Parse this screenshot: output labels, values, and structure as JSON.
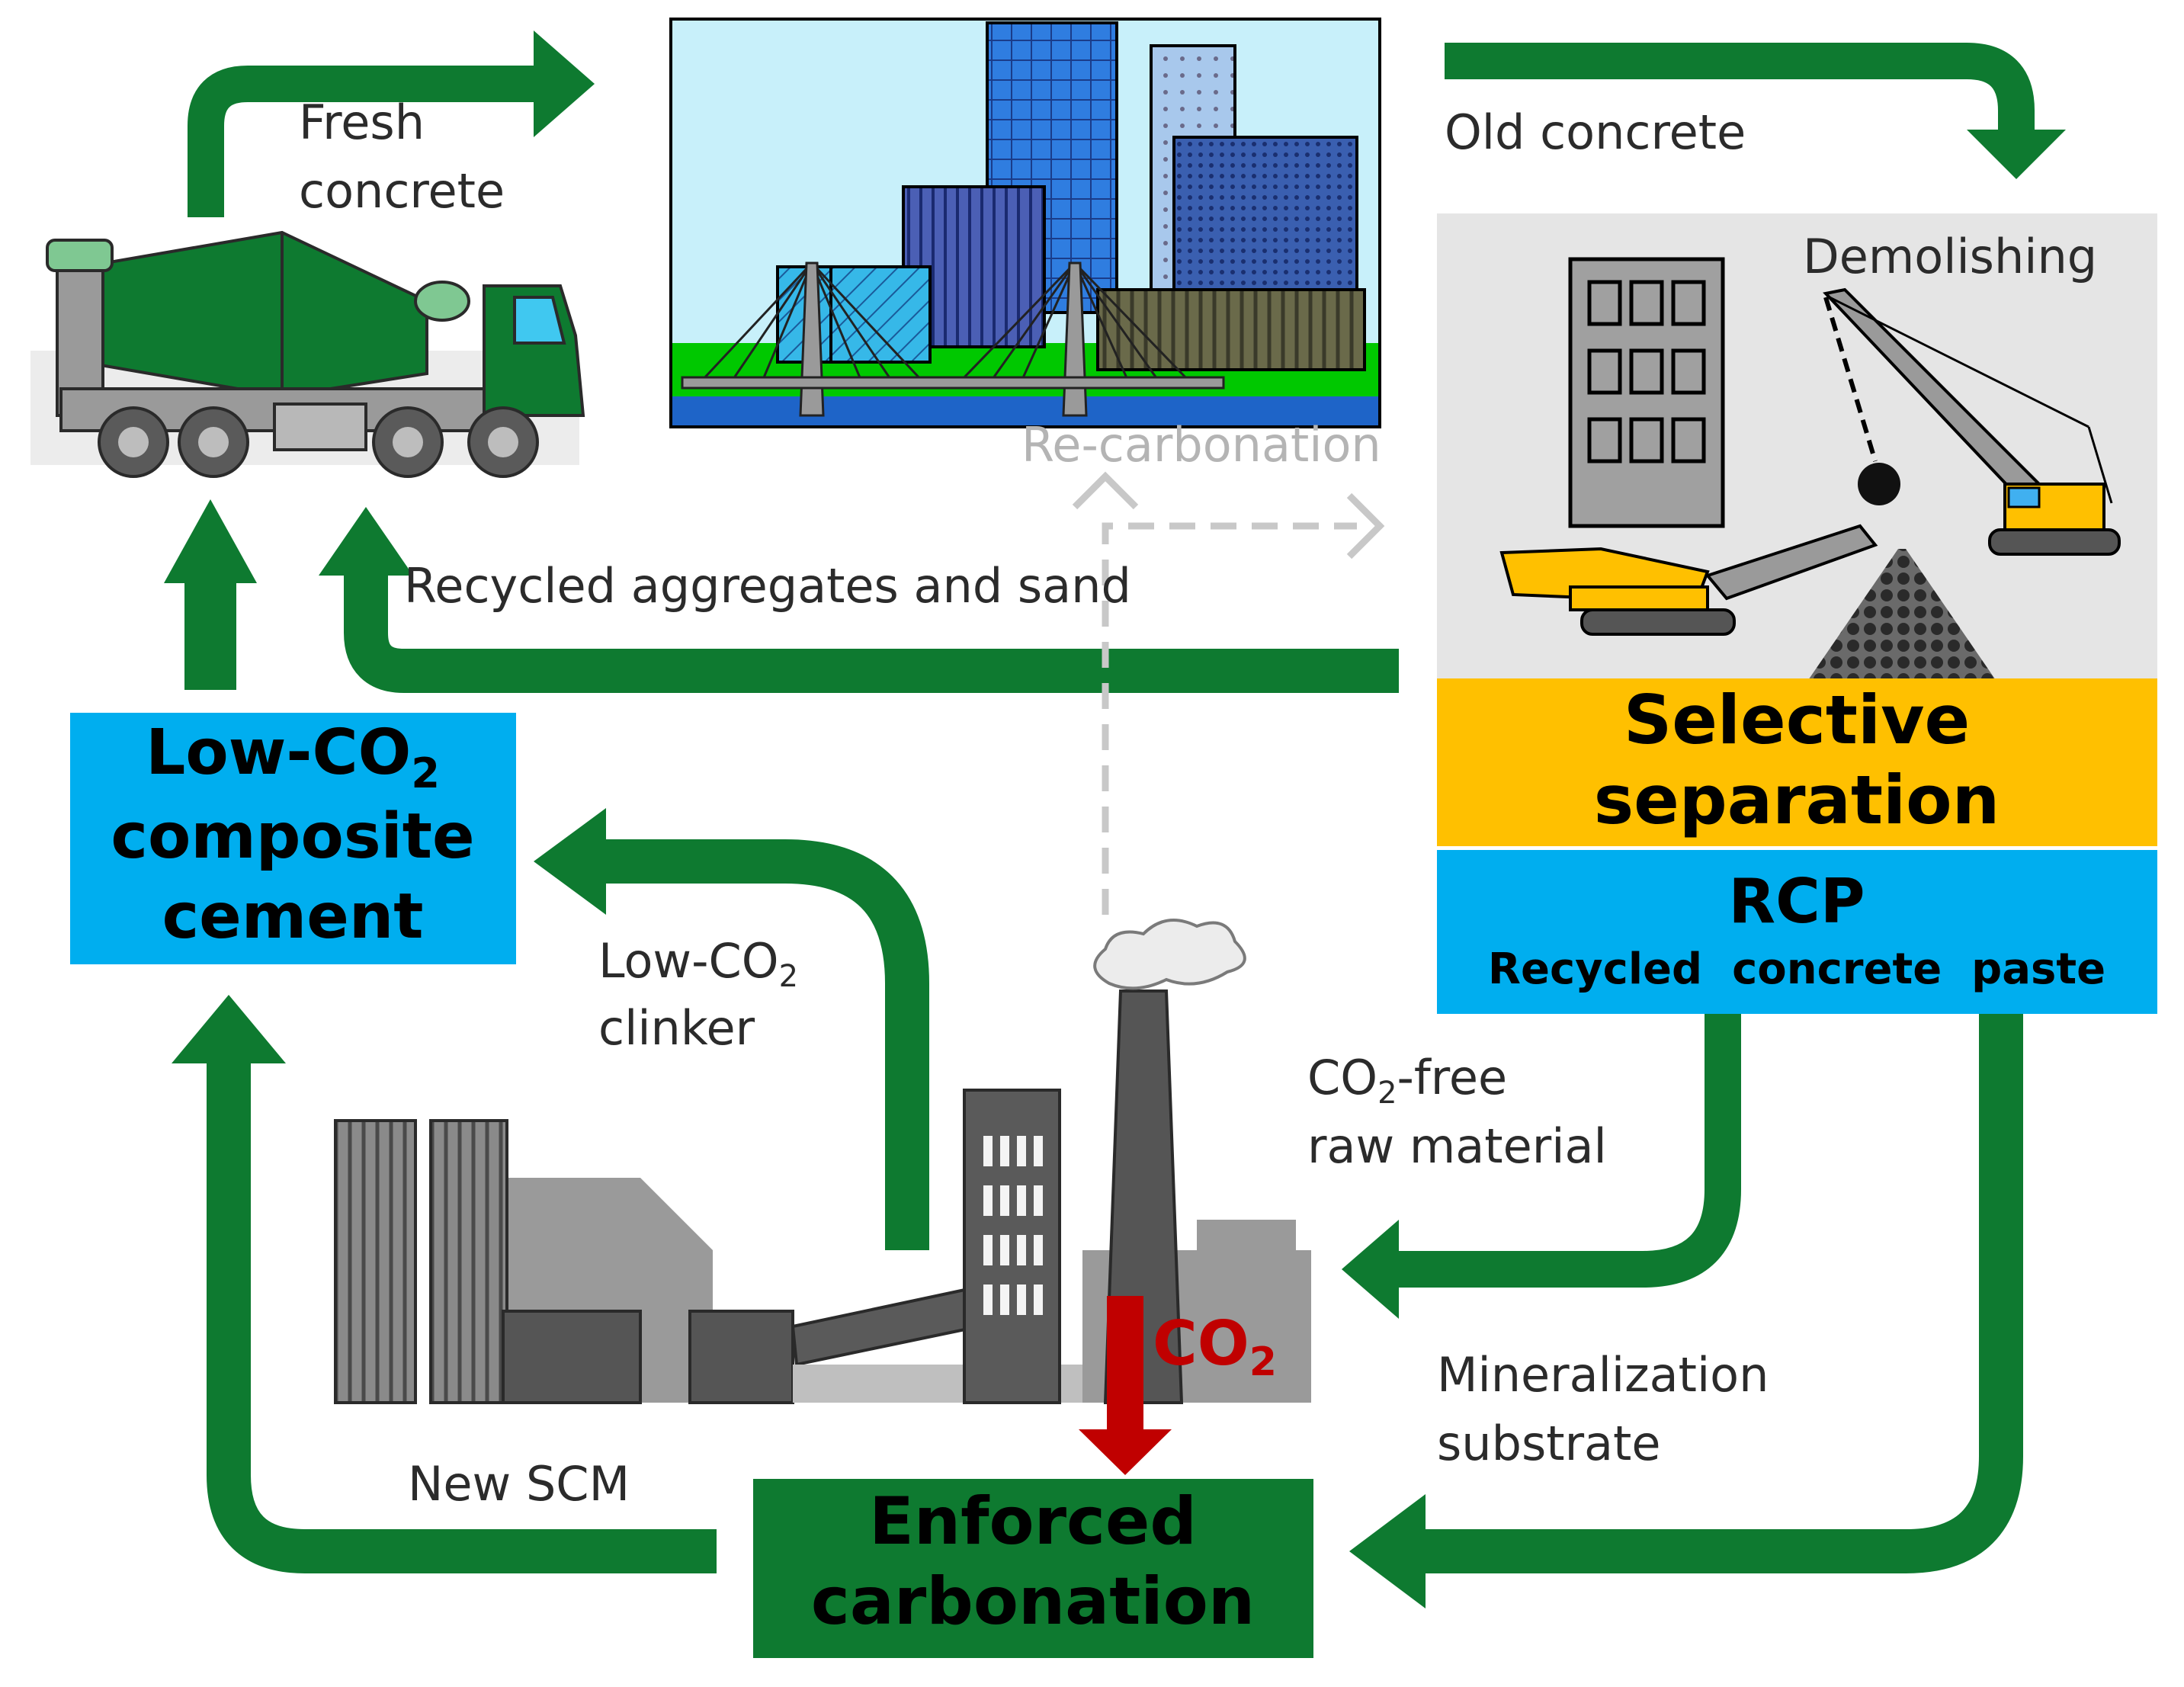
{
  "labels": {
    "fresh_concrete_1": "Fresh",
    "fresh_concrete_2": "concrete",
    "old_concrete": "Old concrete",
    "demolishing": "Demolishing",
    "re_carbonation": "Re-carbonation",
    "recycled_aggregates": "Recycled aggregates and sand",
    "low_co2_clinker_1": "Low-CO",
    "low_co2_clinker_sub": "2",
    "low_co2_clinker_2": "clinker",
    "co2_free_1": "CO",
    "co2_free_sub": "2",
    "co2_free_tail": "-free",
    "co2_free_2": "raw material",
    "mineralization_1": "Mineralization",
    "mineralization_2": "substrate",
    "new_scm": "New SCM",
    "co2_stack": "CO",
    "co2_stack_sub": "2"
  },
  "boxes": {
    "cement_1": "Low-CO",
    "cement_1_sub": "2",
    "cement_2": "composite",
    "cement_3": "cement",
    "selective_1": "Selective",
    "selective_2": "separation",
    "rcp_title": "RCP",
    "rcp_sub": "Recycled  concrete  paste",
    "enforced_1": "Enforced",
    "enforced_2": "carbonation"
  },
  "colors": {
    "arrow_green": "#0e7a30",
    "box_blue": "#00aeef",
    "box_yellow": "#ffc000",
    "box_green": "#0e7a30",
    "dashed_grey": "#c8c8c8",
    "co2_red": "#c00000",
    "sky": "#c8f0fa",
    "water": "#1e64c8",
    "grass": "#00c800"
  }
}
